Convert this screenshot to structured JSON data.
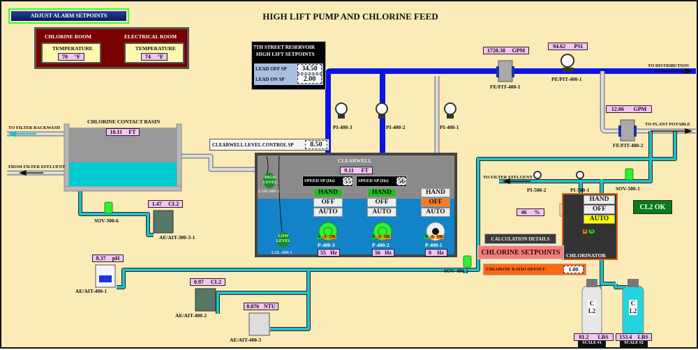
{
  "title": "HIGH LIFT PUMP AND CHLORINE FEED",
  "adjust_alarm_button": "ADJUST ALARM SETPOINTS",
  "rooms": [
    {
      "name": "CHLORINE ROOM",
      "label": "TEMPERATURE",
      "value": "70",
      "unit": "°F"
    },
    {
      "name": "ELECTRICAL ROOM",
      "label": "TEMPERATURE",
      "value": "74",
      "unit": "°F"
    }
  ],
  "setpoints": {
    "title1": "7TH STREET RESERVOIR",
    "title2": "HIGH LIFT SETPOINTS",
    "lead_off_label": "LEAD OFF SP",
    "lead_off": "34.50",
    "lead_on_label": "LEAD ON SP",
    "lead_on": "2.00"
  },
  "basin": {
    "title": "CHLORINE CONTACT BASIN",
    "level": "10.11",
    "unit": "FT",
    "to_backwash": "TO FILTER BACKWASH",
    "from_effluent": "FROM FILTER EFFLUENT"
  },
  "clearwell": {
    "sp_label": "CLEARWELL LEVEL CONTROL SP",
    "sp": "8.50",
    "title": "CLEARWELL",
    "level": "9.11",
    "unit": "FT",
    "lsh": "LSH-400-1",
    "lsl": "LSL-400-1",
    "high": "HIGH LEVEL",
    "low": "LOW LEVEL"
  },
  "pumps": [
    {
      "id": "P-400-3",
      "speed_label": "SPEED SP (Hz)",
      "speed_sp": "55",
      "hz": "55",
      "unit": "Hz",
      "mode": "HAND",
      "running": true
    },
    {
      "id": "P-400-2",
      "speed_label": "SPEED SP (Hz)",
      "speed_sp": "56",
      "hz": "56",
      "unit": "Hz",
      "mode": "HAND",
      "running": true
    },
    {
      "id": "P-400-1",
      "hz": "0",
      "unit": "Hz",
      "mode": "OFF",
      "running": false
    }
  ],
  "modes": [
    "HAND",
    "OFF",
    "AUTO"
  ],
  "badges": {
    "r": "R",
    "a": "A",
    "ok": "OK"
  },
  "gauges": {
    "pi3": "PI-400-3",
    "pi2": "PI-400-2",
    "pi1": "PI-400-1",
    "pi5002": "PI-500-2",
    "pi5001": "PI-500-1"
  },
  "flow1": {
    "value": "1728.38",
    "unit": "GPM",
    "tag": "FE/FIT-400-1"
  },
  "pressure": {
    "value": "94.62",
    "unit": "PSI",
    "tag": "PE/PIT-400-1"
  },
  "flow2": {
    "value": "12.06",
    "unit": "GPM",
    "tag": "FE/FIT-400-2"
  },
  "to_distribution": "TO DISTRIBUTION",
  "to_plant_potable": "TO PLANT POTABLE",
  "to_filter_effluent": "TO FILTER EFFLUENT",
  "valves": {
    "sov3006": "SOV-300-6",
    "sov5001": "SOV-500-1",
    "sov4001": "SOV-400-1"
  },
  "analyzers": [
    {
      "tag": "AE/AIT-300-3-1",
      "value": "1.47",
      "unit": "CL2"
    },
    {
      "tag": "AE/AIT-400-1",
      "value": "8.37",
      "unit": "pH"
    },
    {
      "tag": "AE/AIT-400-2",
      "value": "0.97",
      "unit": "CL2"
    },
    {
      "tag": "AE/AIT-400-3",
      "value": "0.076",
      "unit": "NTU"
    }
  ],
  "chlorinator": {
    "title": "CHLORINATOR",
    "mode": "AUTO",
    "percent": "46",
    "pct_unit": "%",
    "calc_button": "CALCULATION DETAILS",
    "setpoints_button": "CHLORINE SETPOINTS",
    "ratio_label": "CHLORINE RATIO OFFSET:",
    "ratio": "1.00",
    "status": "CL2 OK"
  },
  "cylinders": [
    {
      "label": "CL2",
      "value": "81.2",
      "unit": "LBS",
      "scale": "SCALE #1"
    },
    {
      "label": "CL2",
      "value": "153.4",
      "unit": "LBS",
      "scale": "SCALE #2"
    }
  ],
  "colors": {
    "bg": "#fbebb6",
    "water_pipe": "#0a14e6",
    "cl2_pipe": "#20c0c8",
    "clearwell_water": "#1283c8",
    "running": "#22dd22",
    "off": "#ff7a1a",
    "auto": "#ffff00"
  }
}
